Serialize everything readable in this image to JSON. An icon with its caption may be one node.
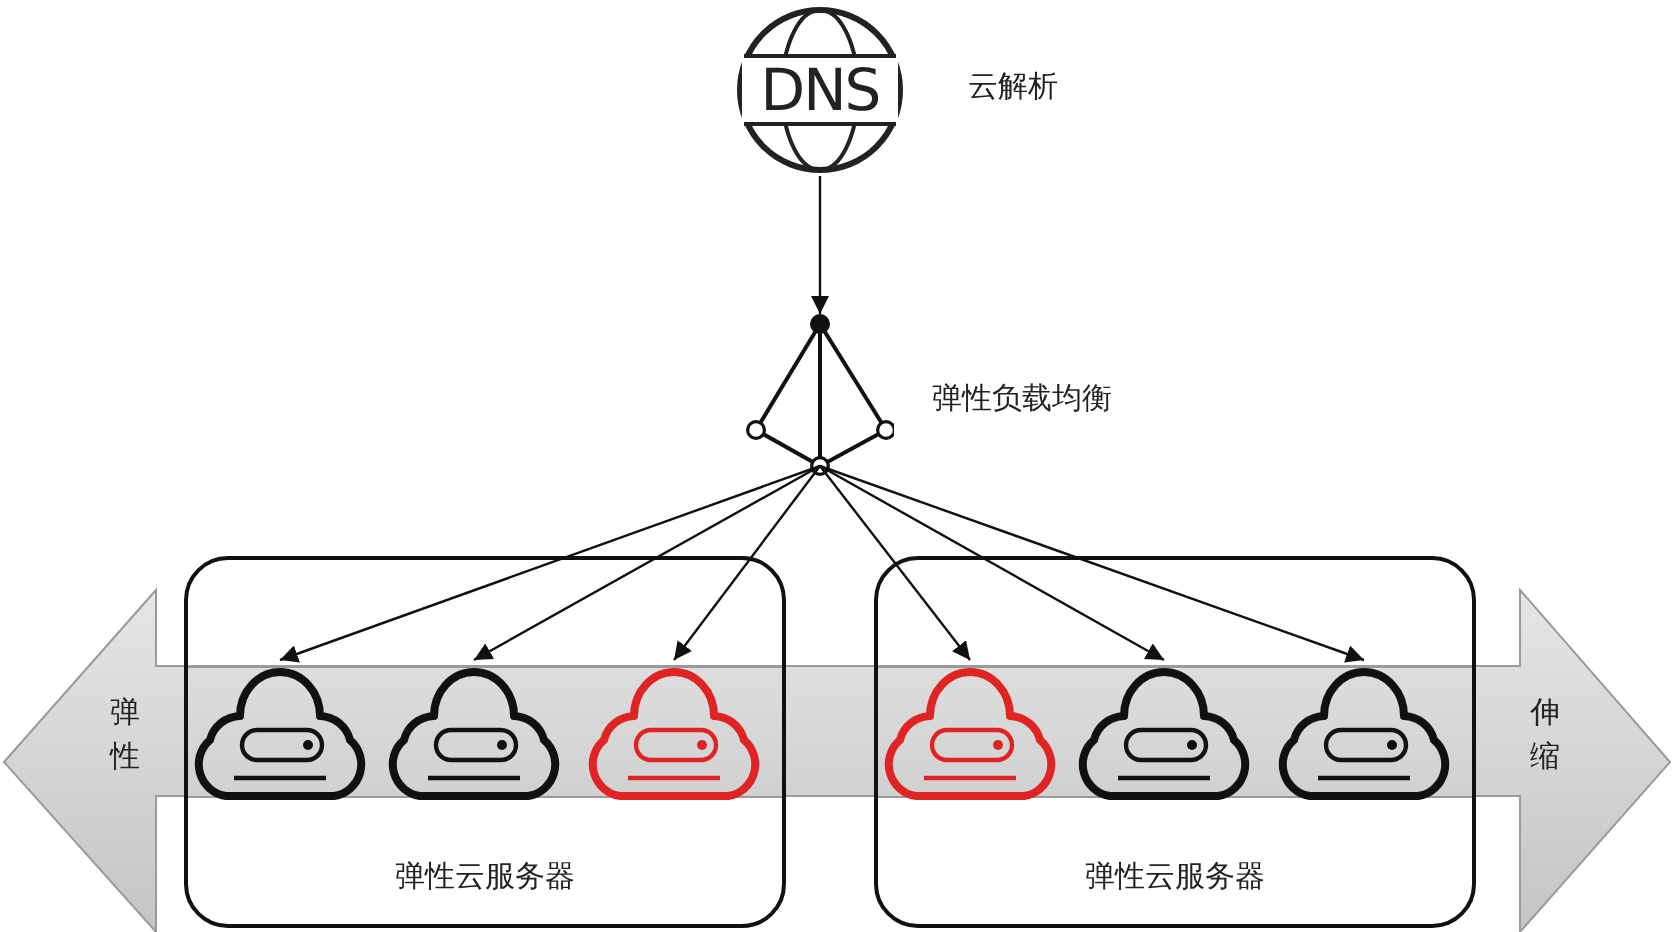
{
  "diagram": {
    "nodes": [
      {
        "text": [
          "DNS"
        ],
        "beside": [
          "云解析"
        ]
      },
      {
        "text": [],
        "shape": "picture",
        "beside": [
          "弹性负载均衡"
        ]
      },
      {
        "text": [
          "弹性云服务器"
        ]
      },
      {
        "text": [],
        "shape": "cloud",
        "in": 2
      },
      {
        "text": [],
        "shape": "cloud",
        "in": 2
      },
      {
        "text": [],
        "shape": "cloud",
        "in": 2
      },
      {
        "text": [
          "弹性云服务器"
        ]
      },
      {
        "text": [],
        "shape": "cloud",
        "in": 6
      },
      {
        "text": [],
        "shape": "cloud",
        "in": 6
      },
      {
        "text": [],
        "shape": "cloud",
        "in": 6
      }
    ],
    "edges": [
      {
        "from": 0,
        "to": 1,
        "arrow": "to"
      },
      {
        "from": 1,
        "to": 3,
        "arrow": "to"
      },
      {
        "from": 1,
        "to": 4,
        "arrow": "to"
      },
      {
        "from": 1,
        "to": 5,
        "arrow": "to"
      },
      {
        "from": 1,
        "to": 7,
        "arrow": "to"
      },
      {
        "from": 1,
        "to": 8,
        "arrow": "to"
      },
      {
        "from": 1,
        "to": 9,
        "arrow": "to"
      }
    ],
    "labels": [
      "弹性",
      "伸缩"
    ]
  }
}
